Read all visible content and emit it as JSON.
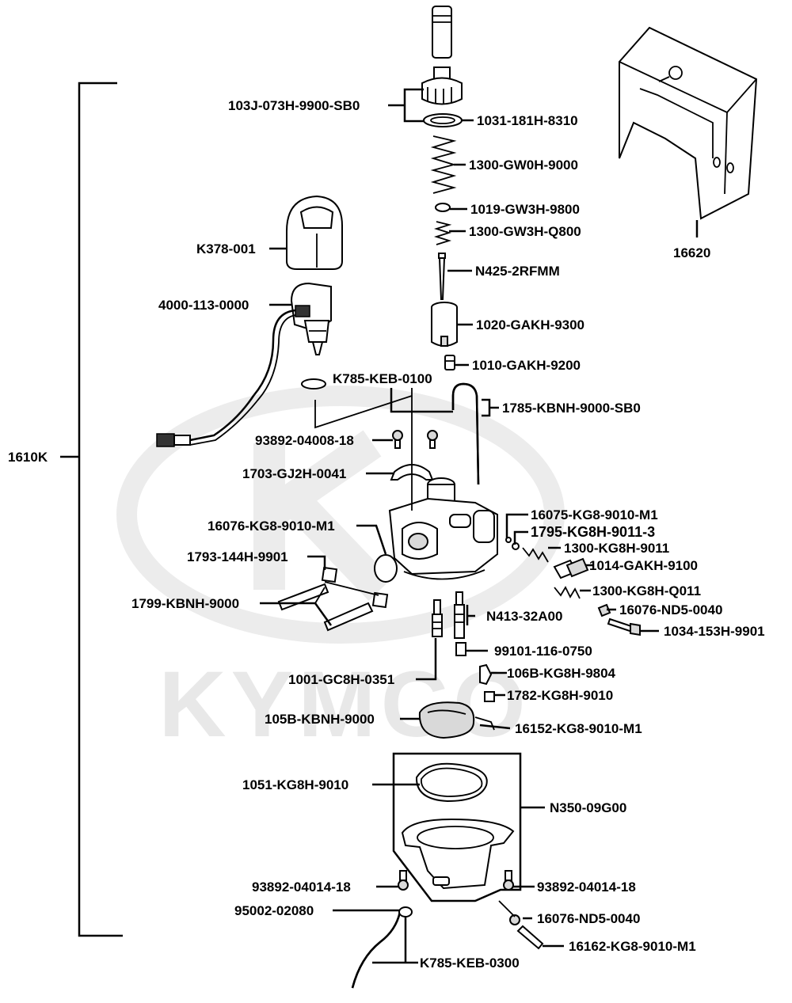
{
  "diagram": {
    "watermark_text": "KYMCO",
    "assembly_code": "1610K",
    "labels": {
      "p103J": "103J-073H-9900-SB0",
      "p1031": "1031-181H-8310",
      "p1300gw0": "1300-GW0H-9000",
      "p1019": "1019-GW3H-9800",
      "p1300gw3": "1300-GW3H-Q800",
      "pN425": "N425-2RFMM",
      "p1020": "1020-GAKH-9300",
      "p1010": "1010-GAKH-9200",
      "pK378": "K378-001",
      "p4000": "4000-113-0000",
      "pK785a": "K785-KEB-0100",
      "p1785": "1785-KBNH-9000-SB0",
      "p93892a": "93892-04008-18",
      "p1703": "1703-GJ2H-0041",
      "p16076a": "16076-KG8-9010-M1",
      "p1793": "1793-144H-9901",
      "p1799": "1799-KBNH-9000",
      "p16075": "16075-KG8-9010-M1",
      "p1795": "1795-KG8H-9011-3",
      "p1300kg8": "1300-KG8H-9011",
      "p1014": "1014-GAKH-9100",
      "p1300q011": "1300-KG8H-Q011",
      "p16076nd5a": "16076-ND5-0040",
      "p1034": "1034-153H-9901",
      "pN413": "N413-32A00",
      "p99101": "99101-116-0750",
      "p1001": "1001-GC8H-0351",
      "p106B": "106B-KG8H-9804",
      "p1782": "1782-KG8H-9010",
      "p105B": "105B-KBNH-9000",
      "p16152": "16152-KG8-9010-M1",
      "p1051": "1051-KG8H-9010",
      "pN350": "N350-09G00",
      "p93892b": "93892-04014-18",
      "p93892c": "93892-04014-18",
      "p95002": "95002-02080",
      "p16076nd5b": "16076-ND5-0040",
      "pK785b": "K785-KEB-0300",
      "p16162": "16162-KG8-9010-M1",
      "p16620": "16620"
    }
  }
}
